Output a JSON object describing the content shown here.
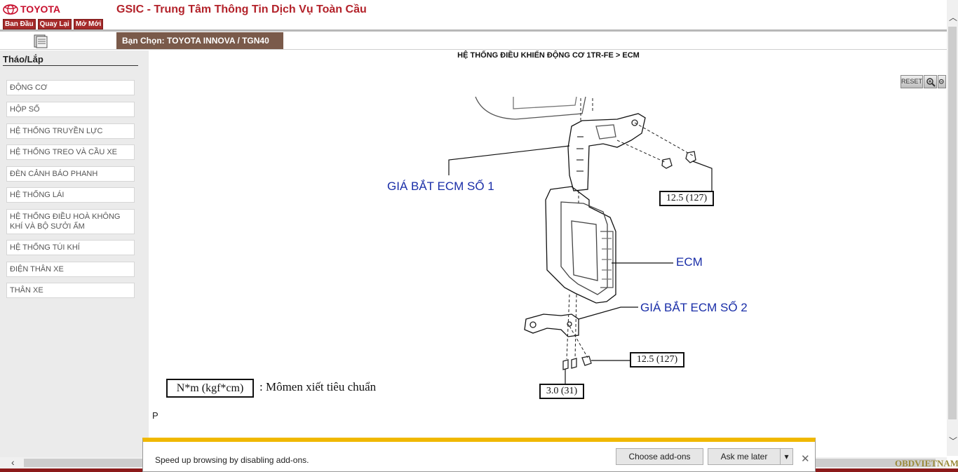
{
  "brand": {
    "name": "TOYOTA"
  },
  "nav": {
    "home": "Ban Đầu",
    "back": "Quay Lại",
    "new": "Mở Mới"
  },
  "app_title": "GSIC - Trung Tâm Thông Tin Dịch Vụ Toàn Cầu",
  "selection": "Bạn Chọn: TOYOTA INNOVA / TGN40",
  "sidebar": {
    "heading": "Tháo/Lắp",
    "items": [
      "ĐỘNG CƠ",
      "HỘP SỐ",
      "HỆ THỐNG TRUYỀN LỰC",
      "HỆ THỐNG TREO VÀ CẦU XE",
      "ĐÈN CẢNH BÁO PHANH",
      "HỆ THỐNG LÁI",
      "HỆ THỐNG ĐIỀU HOÀ KHÔNG KHÍ VÀ BỘ SƯỞI ẤM",
      "HỆ THỐNG TÚI KHÍ",
      "ĐIỆN THÂN XE",
      "THÂN XE"
    ]
  },
  "breadcrumb": "HỆ THỐNG ĐIỀU KHIỂN ĐỘNG CƠ 1TR-FE > ECM",
  "toolbar": {
    "reset": "RESET"
  },
  "diagram": {
    "label_bracket1": "GIÁ BẮT ECM SỐ 1",
    "label_ecm": "ECM",
    "label_bracket2": "GIÁ BẮT ECM SỐ 2",
    "torque_top": "12.5 (127)",
    "torque_bottom_right": "12.5 (127)",
    "torque_bottom": "3.0 (31)"
  },
  "legend": {
    "box": "N*m (kgf*cm)",
    "text": ": Mômen xiết tiêu chuẩn"
  },
  "page_marker": "P",
  "notification": {
    "text": "Speed up browsing by disabling add-ons.",
    "choose": "Choose add-ons",
    "later": "Ask me later"
  },
  "watermark": "OBDVIETNAM",
  "colors": {
    "brand_red": "#c8102e",
    "label_blue": "#1a2ea8",
    "selection_bg": "#7a5a4a",
    "warning_yellow": "#f0b800"
  }
}
